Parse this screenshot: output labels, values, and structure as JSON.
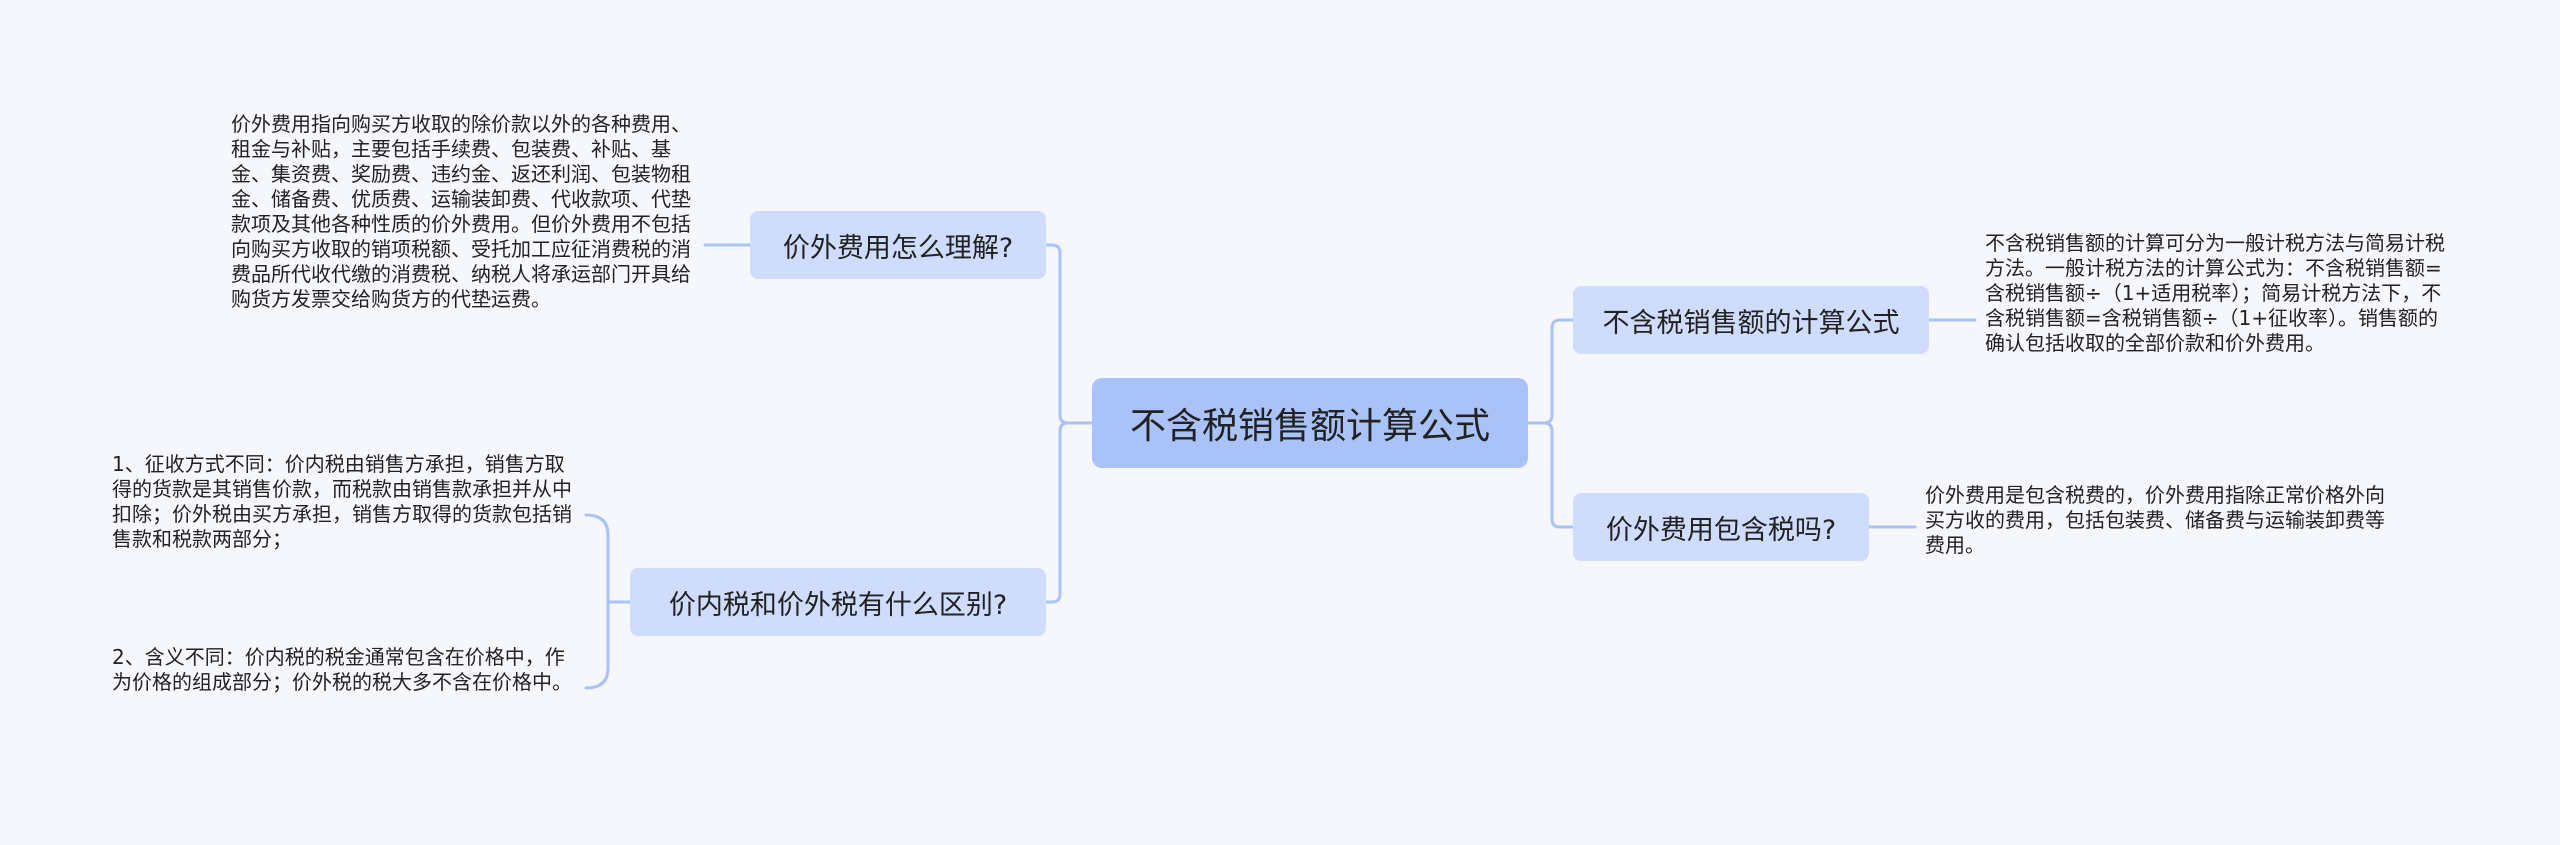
{
  "mindmap": {
    "root": "不含税销售额计算公式",
    "branches": {
      "b1": {
        "label": "价外费用怎么理解?",
        "notes": [
          "价外费用指向购买方收取的除价款以外的各种费用、租金与补贴，主要包括手续费、包装费、补贴、基金、集资费、奖励费、违约金、返还利润、包装物租金、储备费、优质费、运输装卸费、代收款项、代垫款项及其他各种性质的价外费用。但价外费用不包括向购买方收取的销项税额、受托加工应征消费税的消费品所代收代缴的消费税、纳税人将承运部门开具给购货方发票交给购货方的代垫运费。"
        ]
      },
      "b2": {
        "label": "价内税和价外税有什么区别?",
        "notes": [
          "1、征收方式不同：价内税由销售方承担，销售方取得的货款是其销售价款，而税款由销售款承担并从中扣除；价外税由买方承担，销售方取得的货款包括销售款和税款两部分；",
          "2、含义不同：价内税的税金通常包含在价格中，作为价格的组成部分；价外税的税大多不含在价格中。"
        ]
      },
      "b3": {
        "label": "不含税销售额的计算公式",
        "notes": [
          "不含税销售额的计算可分为一般计税方法与简易计税方法。一般计税方法的计算公式为：不含税销售额=含税销售额÷（1+适用税率）；简易计税方法下，不含税销售额=含税销售额÷（1+征收率）。销售额的确认包括收取的全部价款和价外费用。"
        ]
      },
      "b4": {
        "label": "价外费用包含税吗?",
        "notes": [
          "价外费用是包含税费的，价外费用指除正常价格外向买方收的费用，包括包装费、储备费与运输装卸费等费用。"
        ]
      }
    }
  }
}
